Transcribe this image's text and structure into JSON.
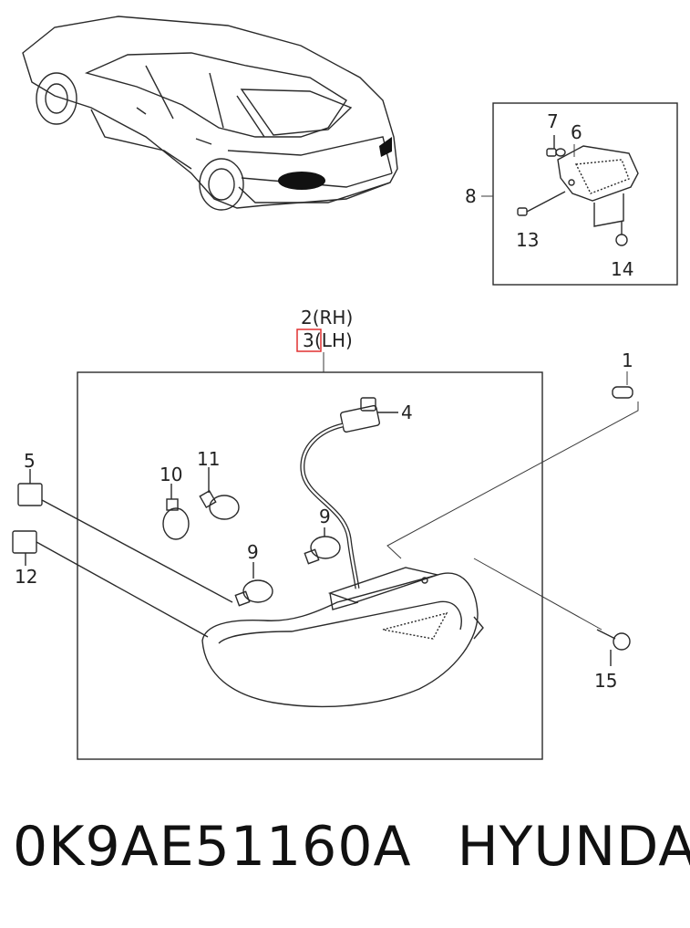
{
  "diagram": {
    "callouts": {
      "c1": "1",
      "c2": "2(RH)",
      "c3_num": "3",
      "c3_rest": "(LH)",
      "c4": "4",
      "c5": "5",
      "c6": "6",
      "c7": "7",
      "c8": "8",
      "c9a": "9",
      "c9b": "9",
      "c10": "10",
      "c11": "11",
      "c12": "12",
      "c13": "13",
      "c14": "14",
      "c15": "15"
    },
    "highlight_color": "#e03030"
  },
  "caption": {
    "part_number": "0K9AE51160A",
    "brand": "HYUNDAI"
  }
}
